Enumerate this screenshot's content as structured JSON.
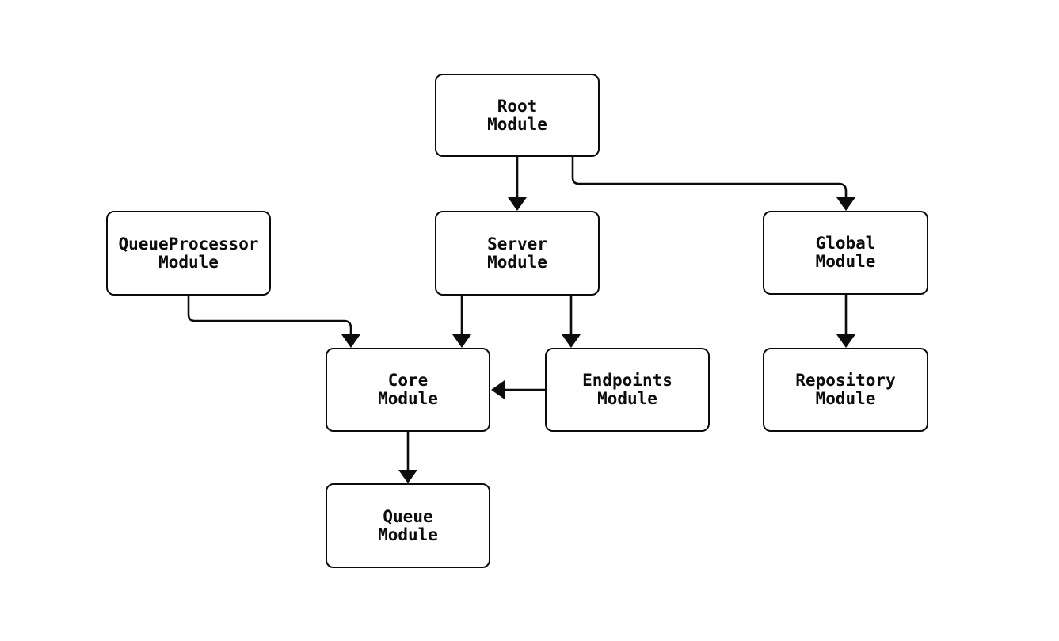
{
  "diagram": {
    "type": "module-dependency-flowchart",
    "colors": {
      "background": "#ffffff",
      "line": "#0c0c0d",
      "box_fill": "#ffffff",
      "text": "#0c0c0d"
    },
    "nodes": [
      {
        "id": "root",
        "line1": "Root",
        "line2": "Module"
      },
      {
        "id": "queueprocessor",
        "line1": "QueueProcessor",
        "line2": "Module"
      },
      {
        "id": "server",
        "line1": "Server",
        "line2": "Module"
      },
      {
        "id": "global",
        "line1": "Global",
        "line2": "Module"
      },
      {
        "id": "core",
        "line1": "Core",
        "line2": "Module"
      },
      {
        "id": "endpoints",
        "line1": "Endpoints",
        "line2": "Module"
      },
      {
        "id": "repository",
        "line1": "Repository",
        "line2": "Module"
      },
      {
        "id": "queue",
        "line1": "Queue",
        "line2": "Module"
      }
    ],
    "edges": [
      {
        "from": "root",
        "to": "server"
      },
      {
        "from": "root",
        "to": "global"
      },
      {
        "from": "queueprocessor",
        "to": "core"
      },
      {
        "from": "server",
        "to": "core"
      },
      {
        "from": "server",
        "to": "endpoints"
      },
      {
        "from": "endpoints",
        "to": "core"
      },
      {
        "from": "global",
        "to": "repository"
      },
      {
        "from": "core",
        "to": "queue"
      }
    ]
  }
}
